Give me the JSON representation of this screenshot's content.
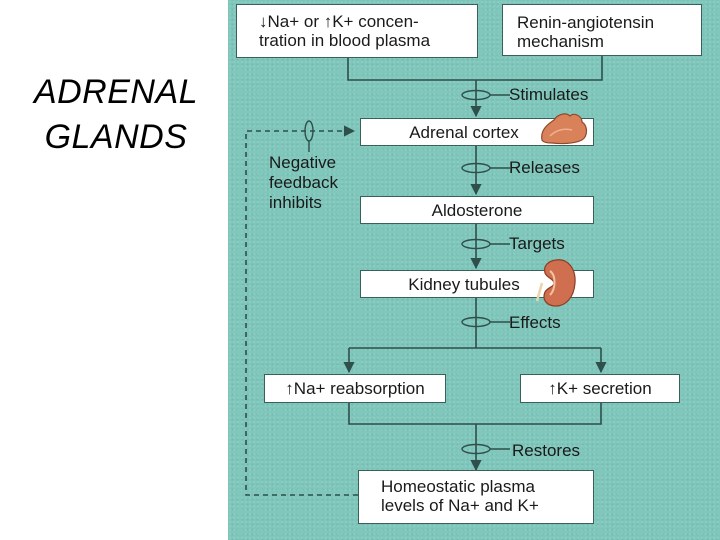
{
  "slide": {
    "title_line1": "ADRENAL",
    "title_line2": "GLANDS"
  },
  "diagram": {
    "box_na_k_line1": "↓Na+ or ↑K+ concen-",
    "box_na_k_line2": "tration in blood plasma",
    "box_renin_line1": "Renin-angiotensin",
    "box_renin_line2": "mechanism",
    "label_stimulates": "Stimulates",
    "box_adrenal_cortex": "Adrenal cortex",
    "label_releases": "Releases",
    "box_aldosterone": "Aldosterone",
    "label_targets": "Targets",
    "box_kidney_tubules": "Kidney tubules",
    "label_effects": "Effects",
    "box_na_reabsorption": "↑Na+ reabsorption",
    "box_k_secretion": "↑K+ secretion",
    "label_restores": "Restores",
    "box_homeostatic_line1": "Homeostatic plasma",
    "box_homeostatic_line2": "levels of Na+ and K+",
    "label_negative_feedback": "Negative\nfeedback\ninhibits"
  },
  "colors": {
    "panel_background": "#7fc6bb",
    "box_fill": "#ffffff",
    "line": "#2f4f4a",
    "adrenal_gland": "#d9825a",
    "kidney": "#cf6f4f"
  },
  "icons": [
    "adrenal-gland-icon",
    "kidney-icon",
    "inhibition-symbol-icon"
  ]
}
